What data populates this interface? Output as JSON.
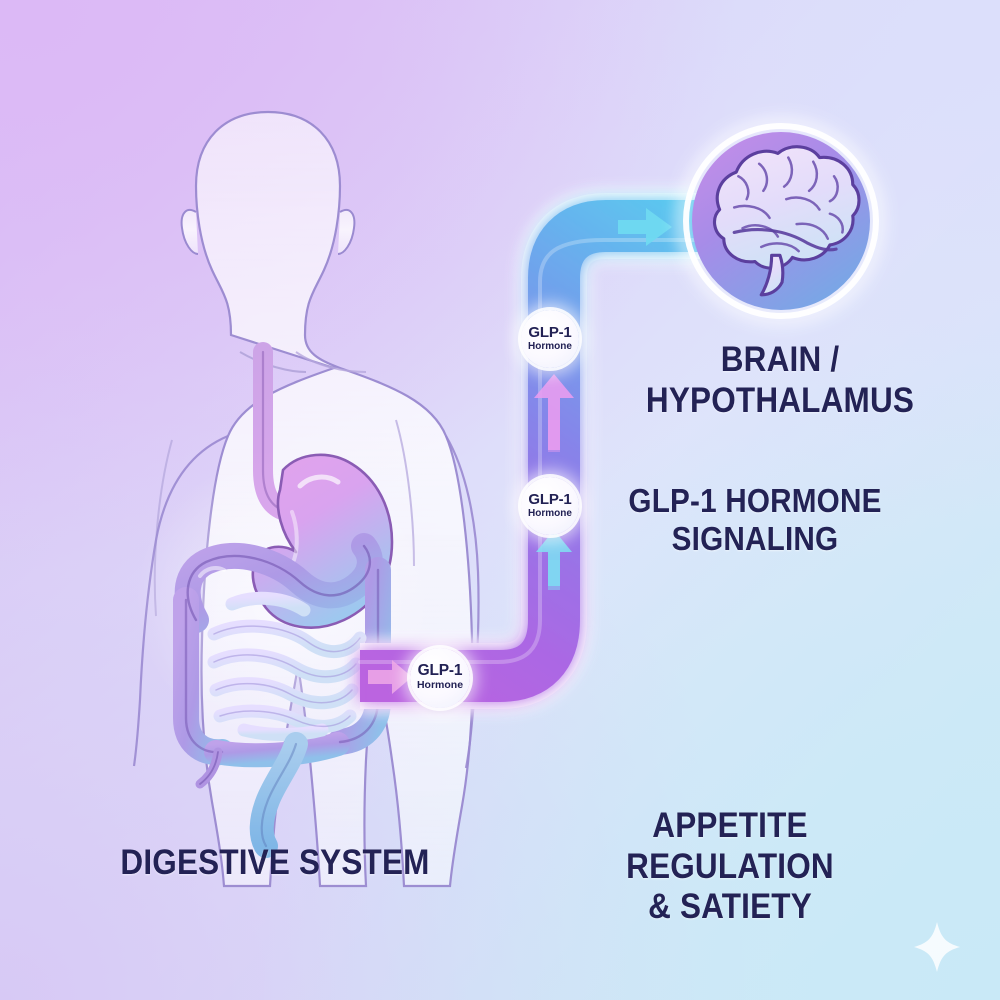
{
  "graphic": {
    "title": "GLP-1 hormone signaling pathway from the digestive system to the brain",
    "background": {
      "top_left_color": "#d8bcf4",
      "top_right_color": "#dcdffb",
      "bottom_right_color": "#cbe9f6",
      "bottom_left_color": "#d7c9f5"
    }
  },
  "labels": {
    "brain": "BRAIN / HYPOTHALAMUS",
    "signaling": "GLP-1 HORMONE\nSIGNALING",
    "appetite": "APPETITE REGULATION\n& SATIETY",
    "digestive": "DIGESTIVE SYSTEM",
    "text_color": "#232255"
  },
  "badges": [
    {
      "id": "gut",
      "title": "GLP-1",
      "subtitle": "Hormone"
    },
    {
      "id": "mid",
      "title": "GLP-1",
      "subtitle": "Hormone"
    },
    {
      "id": "upper",
      "title": "GLP-1",
      "subtitle": "Hormone"
    }
  ],
  "pathway": {
    "description": "Glowing gradient ribbon travelling from the gut, rising vertically, then curving right into the brain",
    "start_color": "#b469e0",
    "mid_color": "#8f72e8",
    "end_color": "#56c3ee",
    "arrows": [
      {
        "id": "gut-arrow",
        "direction": "right",
        "color": "#f0a8e8"
      },
      {
        "id": "lower-arrow",
        "direction": "up",
        "color": "#7fd8f2"
      },
      {
        "id": "upper-arrow",
        "direction": "up",
        "color": "#e79cf0"
      },
      {
        "id": "brain-arrow",
        "direction": "right",
        "color": "#6fd9f0"
      }
    ]
  },
  "brain_node": {
    "name": "brain",
    "circle_fill_start": "#c58ce8",
    "circle_fill_end": "#77a5e6",
    "organ_outline": "#5b3f9e"
  },
  "body": {
    "name": "human-body-silhouette",
    "outline_color": "#9a8ad0",
    "organs": [
      {
        "name": "esophagus",
        "color": "#c79ae4"
      },
      {
        "name": "stomach",
        "color": "#dba1e8"
      },
      {
        "name": "large-intestine",
        "color": "#a98ce0"
      },
      {
        "name": "small-intestine",
        "color": "#ddd6f6"
      },
      {
        "name": "appendix",
        "color": "#b094e2"
      },
      {
        "name": "rectum",
        "color": "#8fc0ea"
      }
    ]
  },
  "decor": {
    "sparkle": "four-point-sparkle"
  }
}
